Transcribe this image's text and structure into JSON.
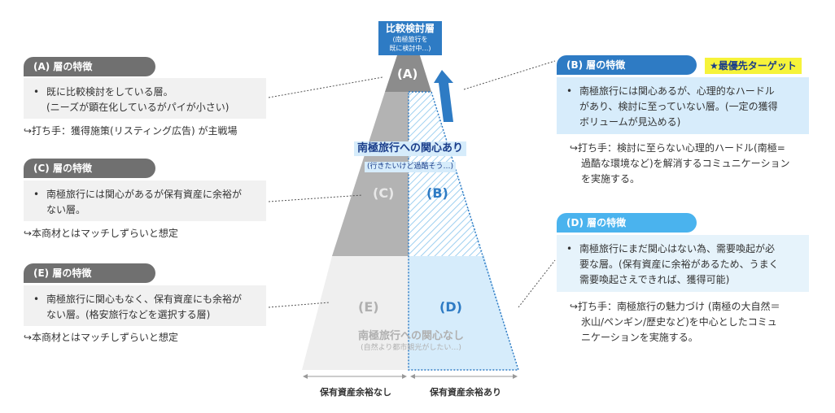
{
  "top_label": {
    "title": "比較検討層",
    "sub1": "(南極旅行を",
    "sub2": "既に検討中…)"
  },
  "pyramid": {
    "a_label": "(A)",
    "b_label": "(B)",
    "c_label": "(C)",
    "d_label": "(D)",
    "e_label": "(E)",
    "interest_yes": "南極旅行への関心あり",
    "interest_yes_sub": "(行きたいけど過酷そう…)",
    "interest_no": "南極旅行への関心なし",
    "interest_no_sub": "(自然より都市観光がしたい…)",
    "axis_left": "保有資産余裕なし",
    "axis_right": "保有資産余裕あり"
  },
  "panels": {
    "a": {
      "header": "(A) 層の特徴",
      "line1": "既に比較検討をしている層。",
      "line2": "(ニーズが顕在化しているがパイが小さい)",
      "note": "↪打ち手：獲得施策(リスティング広告) が主戦場"
    },
    "c": {
      "header": "(C) 層の特徴",
      "line1": "南極旅行には関心があるが保有資産に余裕が",
      "line2": "ない層。",
      "note": "↪本商材とはマッチしずらいと想定"
    },
    "e": {
      "header": "(E) 層の特徴",
      "line1": "南極旅行に関心もなく、保有資産にも余裕が",
      "line2": "ない層。(格安旅行などを選択する層)",
      "note": "↪本商材とはマッチしずらいと想定"
    },
    "b": {
      "header": "(B) 層の特徴",
      "badge": "★最優先ターゲット",
      "line1": "南極旅行には関心あるが、心理的なハードル",
      "line2": "があり、検討に至っていない層。(一定の獲得",
      "line3": "ボリュームが見込める)",
      "note1": "↪打ち手：検討に至らない心理的ハードル(南極=",
      "note2": "過酷な環境など)を解消するコミュニケーション",
      "note3": "を実施する。"
    },
    "d": {
      "header": "(D) 層の特徴",
      "line1": "南極旅行にまだ関心はない為、需要喚起が必",
      "line2": "要な層。(保有資産に余裕があるため、うまく",
      "line3": "需要喚起さえできれば、獲得可能)",
      "note1": "↪打ち手：南極旅行の魅力づけ (南極の大自然＝",
      "note2": "氷山/ペンギン/歴史など)を中心としたコミュ",
      "note3": "ニケーションを実施する。"
    }
  },
  "colors": {
    "gray_dark": "#8c8c8c",
    "gray_mid": "#b3b3b3",
    "gray_light": "#efefef",
    "blue_accent": "#2e7bc4",
    "blue_light": "#d6ecfb",
    "badge_yellow": "#f6f33a"
  }
}
